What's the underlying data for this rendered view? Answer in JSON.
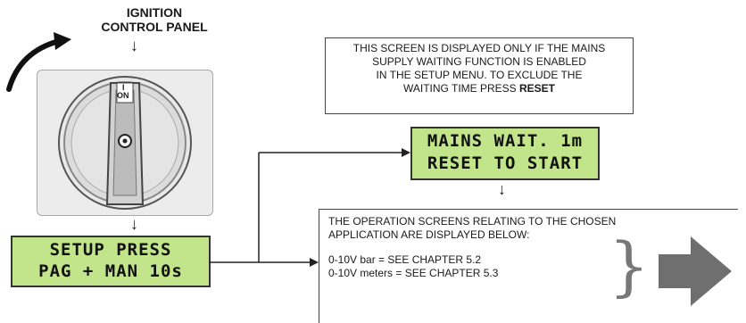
{
  "panel": {
    "title_line1": "IGNITION",
    "title_line2": "CONTROL PANEL"
  },
  "switch": {
    "label_i": "I",
    "label_on": "ON"
  },
  "setup_display": {
    "line1": "SETUP PRESS",
    "line2": "PAG + MAN 10s"
  },
  "note": {
    "line1": "THIS SCREEN IS DISPLAYED ONLY IF THE MAINS",
    "line2": "SUPPLY WAITING FUNCTION IS ENABLED",
    "line3": "IN THE SETUP MENU. TO EXCLUDE THE",
    "line4_prefix": "WAITING TIME PRESS ",
    "line4_bold": "RESET"
  },
  "wait_display": {
    "line1": "MAINS WAIT. 1m",
    "line2": "RESET TO START"
  },
  "operation": {
    "line1": "THE OPERATION SCREENS RELATING TO THE CHOSEN",
    "line2": "APPLICATION ARE DISPLAYED BELOW:",
    "items": [
      "0-10V bar = SEE CHAPTER 5.2",
      "0-10V meters = SEE CHAPTER 5.3"
    ]
  },
  "arrows": {
    "down": "↓"
  },
  "colors": {
    "lcd": "#c2e48b",
    "big_arrow": "#6f6f6f",
    "brace": "#777777"
  }
}
